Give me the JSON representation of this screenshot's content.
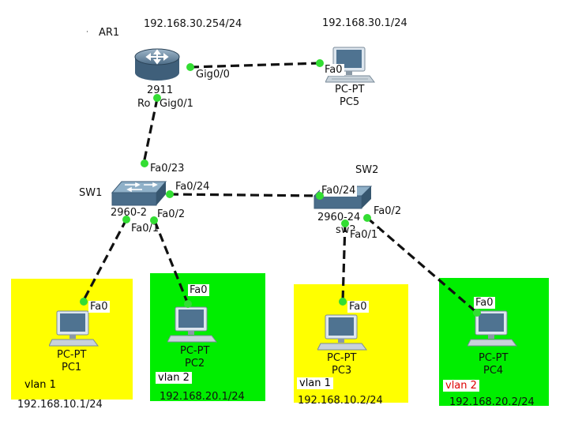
{
  "router": {
    "name": "AR1",
    "model": "2911",
    "name_partial": "Ro",
    "ip": "192.168.30.254/24",
    "ports": {
      "g0_0": "Gig0/0",
      "g0_1": "Gig0/1"
    }
  },
  "pc5": {
    "type": "PC-PT",
    "name": "PC5",
    "ip": "192.168.30.1/24",
    "port": "Fa0"
  },
  "sw1": {
    "name": "SW1",
    "model": "2960-2",
    "ports": {
      "fa0_23": "Fa0/23",
      "fa0_24": "Fa0/24",
      "fa0_2": "Fa0/2",
      "fa0_1": "Fa0/1"
    }
  },
  "sw2": {
    "name": "SW2",
    "model": "2960-24",
    "name_partial": "sw2",
    "ports": {
      "fa0_24": "Fa0/24",
      "fa0_2": "Fa0/2",
      "fa0_1": "Fa0/1"
    }
  },
  "pcs": [
    {
      "type": "PC-PT",
      "name": "PC1",
      "port": "Fa0",
      "vlan": "vlan 1",
      "ip": "192.168.10.1/24"
    },
    {
      "type": "PC-PT",
      "name": "PC2",
      "port": "Fa0",
      "vlan": "vlan 2",
      "ip": "192.168.20.1/24"
    },
    {
      "type": "PC-PT",
      "name": "PC3",
      "port": "Fa0",
      "vlan": "vlan 1",
      "ip": "192.168.10.2/24"
    },
    {
      "type": "PC-PT",
      "name": "PC4",
      "port": "Fa0",
      "vlan": "vlan 2",
      "ip": "192.168.20.2/24"
    }
  ],
  "colors": {
    "vlan1": "#ffff00",
    "vlan2": "#00ee00",
    "link_dot": "#33dd33",
    "vlan_red_text": "#dd0000"
  }
}
